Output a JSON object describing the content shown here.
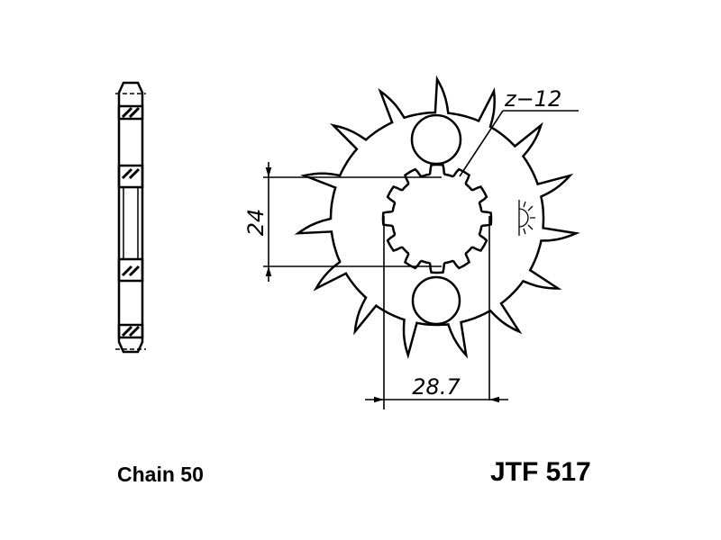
{
  "drawing": {
    "tooth_count_label": "z−12",
    "dim_height": "24",
    "dim_width": "28.7",
    "outer_teeth": 15,
    "spline_teeth": 12
  },
  "footer": {
    "chain_label": "Chain 50",
    "part_number": "JTF 517"
  },
  "colors": {
    "ink": "#000000",
    "background": "#ffffff"
  }
}
